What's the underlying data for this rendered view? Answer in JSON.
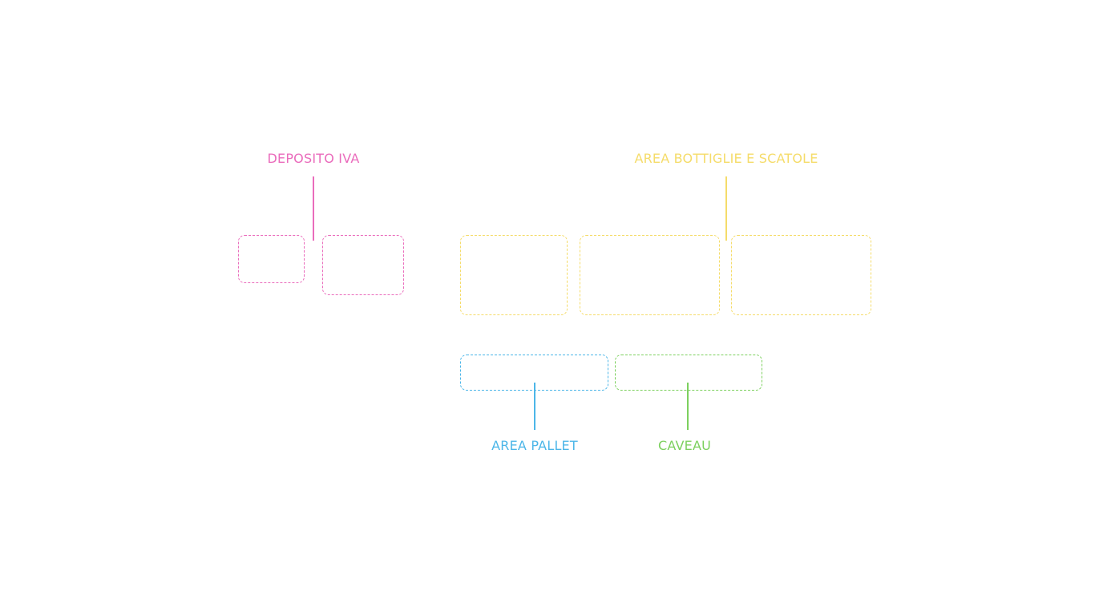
{
  "colors": {
    "deposito_iva": "#ea6cbc",
    "area_bottiglie": "#f5dc6a",
    "area_pallet": "#4cb6e8",
    "caveau": "#7cd05e"
  },
  "labels": {
    "deposito_iva": "DEPOSITO IVA",
    "area_bottiglie": "AREA BOTTIGLIE E SCATOLE",
    "area_pallet": "AREA PALLET",
    "caveau": "CAVEAU"
  }
}
